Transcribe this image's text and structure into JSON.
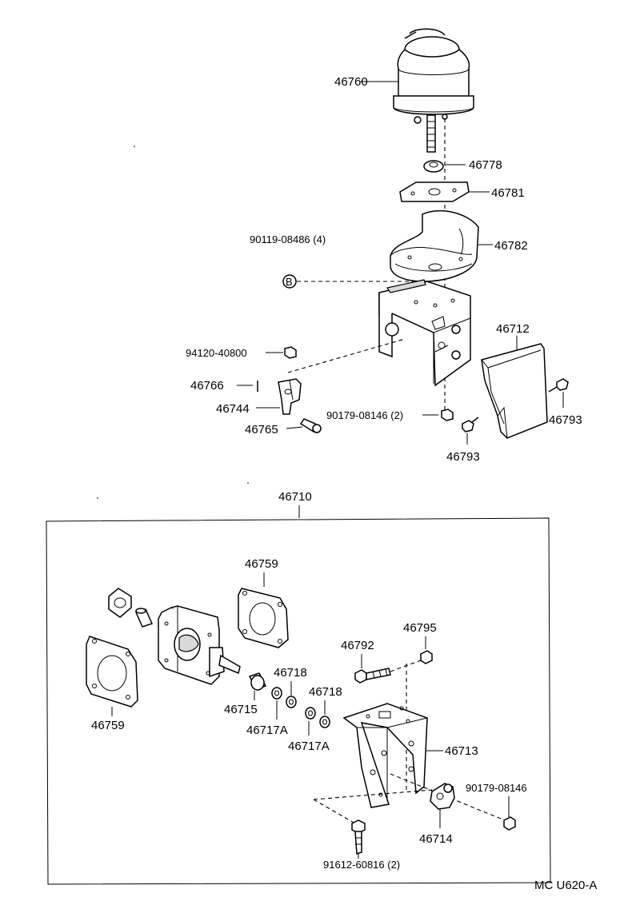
{
  "diagram": {
    "code": "MC U620-A",
    "upper_assembly": {
      "actuator": "46760",
      "nut_top": "46778",
      "plate": "46781",
      "cover_cup": "46782",
      "bolt_b": "90119-08486 (4)",
      "bolt_b_marker": "B",
      "nut_left": "94120-40800",
      "pin": "46766",
      "clevis": "46744",
      "clevis_pin": "46765",
      "nut_mid": "90179-08146 (2)",
      "bolt_mid": "46793",
      "side_cover": "46712",
      "bolt_right": "46793"
    },
    "kit": {
      "label": "46710",
      "gasket_top": "46759",
      "gasket_left": "46759",
      "bushing": "46715",
      "washer_a1": "46718",
      "washer_a2": "46717A",
      "washer_b1": "46718",
      "washer_b2": "46717A",
      "bolt": "46792",
      "nut": "46795",
      "bracket": "46713",
      "nut_right": "90179-08146",
      "lever": "46714",
      "bolt_bottom": "91612-60816 (2)"
    }
  }
}
